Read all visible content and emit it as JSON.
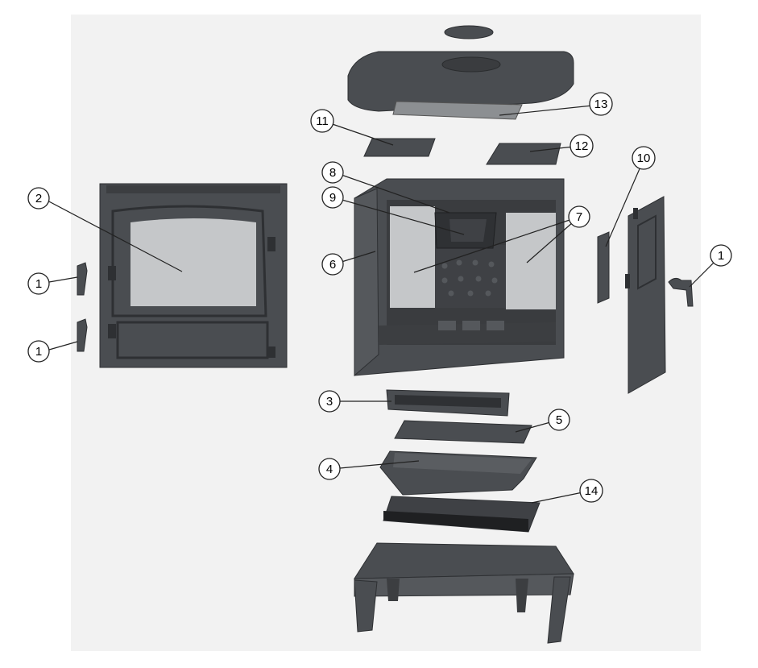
{
  "diagram": {
    "background": "#f2f2f2",
    "metal_color": "#4a4d51",
    "metal_edge": "#2e3033",
    "glass_color": "#c5c7c9",
    "callouts": [
      {
        "id": "callout-1-handle-top",
        "label": "1"
      },
      {
        "id": "callout-1-handle-bottom",
        "label": "1"
      },
      {
        "id": "callout-1-side-handle",
        "label": "1"
      },
      {
        "id": "callout-2",
        "label": "2"
      },
      {
        "id": "callout-3",
        "label": "3"
      },
      {
        "id": "callout-4",
        "label": "4"
      },
      {
        "id": "callout-5",
        "label": "5"
      },
      {
        "id": "callout-6",
        "label": "6"
      },
      {
        "id": "callout-7",
        "label": "7"
      },
      {
        "id": "callout-8",
        "label": "8"
      },
      {
        "id": "callout-9",
        "label": "9"
      },
      {
        "id": "callout-10",
        "label": "10"
      },
      {
        "id": "callout-11",
        "label": "11"
      },
      {
        "id": "callout-12",
        "label": "12"
      },
      {
        "id": "callout-13",
        "label": "13"
      },
      {
        "id": "callout-14",
        "label": "14"
      }
    ]
  }
}
